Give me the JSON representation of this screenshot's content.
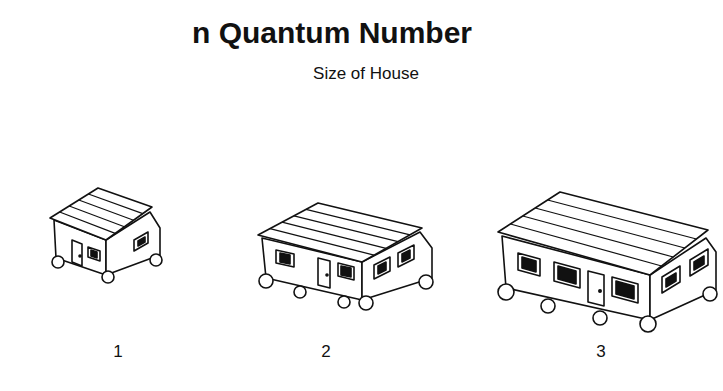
{
  "diagram": {
    "title": "n Quantum Number",
    "labels": [
      "Size of House",
      "1",
      "2",
      "3"
    ]
  }
}
